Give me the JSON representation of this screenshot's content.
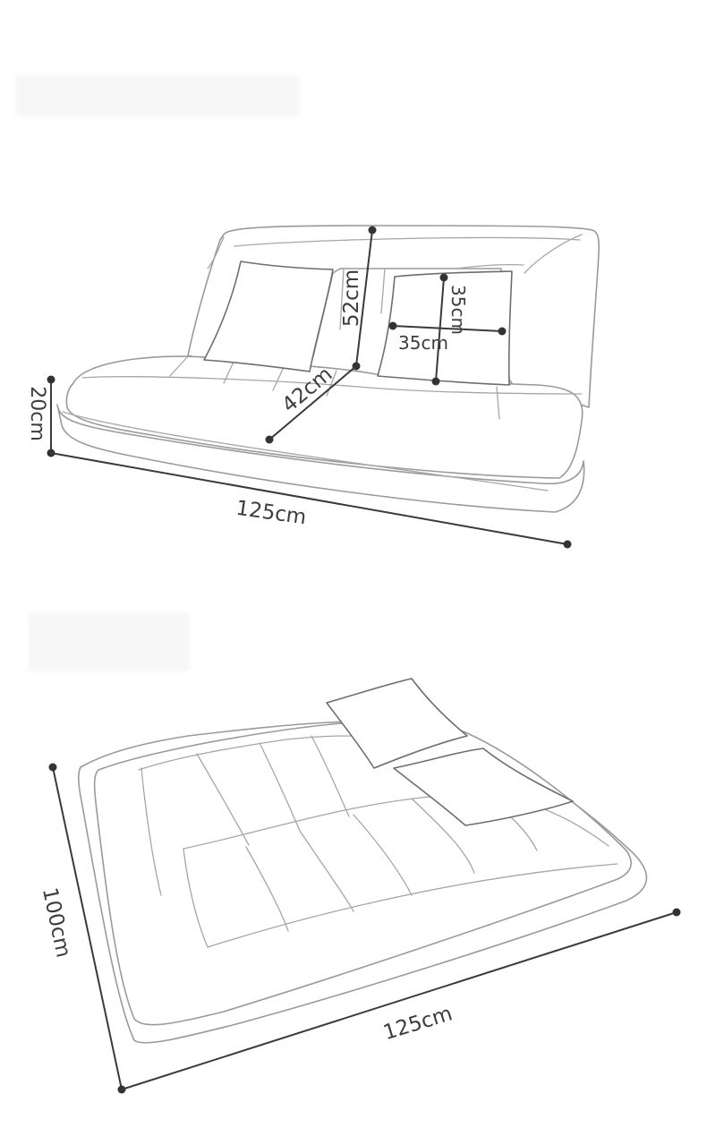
{
  "diagram1": {
    "height": "20cm",
    "width": "125cm",
    "back_height": "52cm",
    "seat_depth": "42cm",
    "pillow_height": "35cm",
    "pillow_width": "35cm"
  },
  "diagram2": {
    "depth": "100cm",
    "width": "125cm"
  }
}
